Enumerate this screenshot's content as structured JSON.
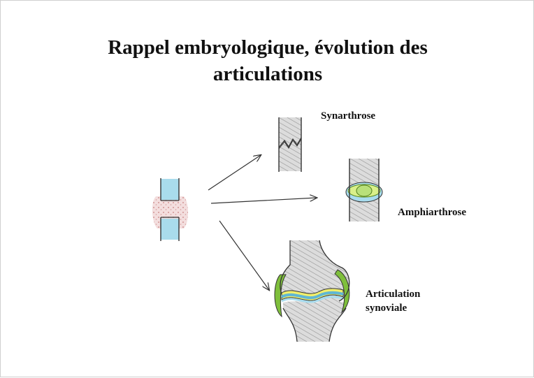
{
  "title": {
    "line1": "Rappel embryologique, évolution des",
    "line2": "articulations"
  },
  "labels": {
    "synarthrose": "Synarthrose",
    "amphiarthrose": "Amphiarthrose",
    "articulation_line1": "Articulation",
    "articulation_line2": "synoviale"
  },
  "colors": {
    "bone_fill": "#d8d8d8",
    "cartilage_blue": "#a8dcee",
    "fibrocartilage_yellow": "#f2ef7a",
    "capsule_green": "#7fbf3c",
    "mesenchyme_pink": "#f1d8d8",
    "ink": "#333333"
  }
}
